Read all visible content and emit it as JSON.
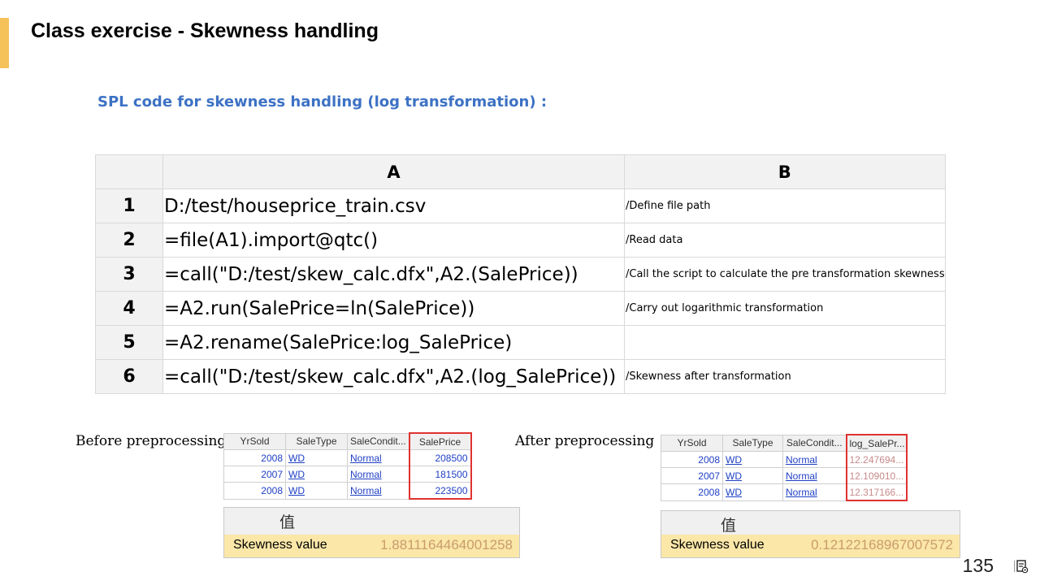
{
  "slide": {
    "title": "Class exercise - Skewness handling",
    "subtitle": "SPL code for skewness handling (log transformation) :",
    "page_number": "135",
    "accent_color": "#f5c25a",
    "subtitle_color": "#3d72c4"
  },
  "code_grid": {
    "col_a": "A",
    "col_b": "B",
    "rows": [
      {
        "num": "1",
        "code": "D:/test/houseprice_train.csv",
        "comment": "/Define file path"
      },
      {
        "num": "2",
        "code": "=file(A1).import@qtc()",
        "comment": "/Read data"
      },
      {
        "num": "3",
        "code": "=call(\"D:/test/skew_calc.dfx\",A2.(SalePrice))",
        "comment": "/Call the script to calculate the pre transformation skewness"
      },
      {
        "num": "4",
        "code": "=A2.run(SalePrice=ln(SalePrice))",
        "comment": "/Carry out logarithmic transformation"
      },
      {
        "num": "5",
        "code": "=A2.rename(SalePrice:log_SalePrice)",
        "comment": ""
      },
      {
        "num": "6",
        "code": "=call(\"D:/test/skew_calc.dfx\",A2.(log_SalePrice))",
        "comment": "/Skewness after transformation"
      }
    ]
  },
  "before": {
    "label": "Before preprocessing",
    "headers": [
      "YrSold",
      "SaleType",
      "SaleCondit...",
      "SalePrice"
    ],
    "rows": [
      [
        "2008",
        "WD",
        "Normal",
        "208500"
      ],
      [
        "2007",
        "WD",
        "Normal",
        "181500"
      ],
      [
        "2008",
        "WD",
        "Normal",
        "223500"
      ]
    ],
    "value_header": "值",
    "skew_label": "Skewness value",
    "skew_value": "1.8811164464001258"
  },
  "after": {
    "label": "After preprocessing",
    "headers": [
      "YrSold",
      "SaleType",
      "SaleCondit...",
      "log_SalePr..."
    ],
    "rows": [
      [
        "2008",
        "WD",
        "Normal",
        "12.247694..."
      ],
      [
        "2007",
        "WD",
        "Normal",
        "12.109010..."
      ],
      [
        "2008",
        "WD",
        "Normal",
        "12.317166..."
      ]
    ],
    "value_header": "值",
    "skew_label": "Skewness value",
    "skew_value": "0.12122168967007572"
  },
  "icons": {
    "page_icon": "notes-icon"
  }
}
